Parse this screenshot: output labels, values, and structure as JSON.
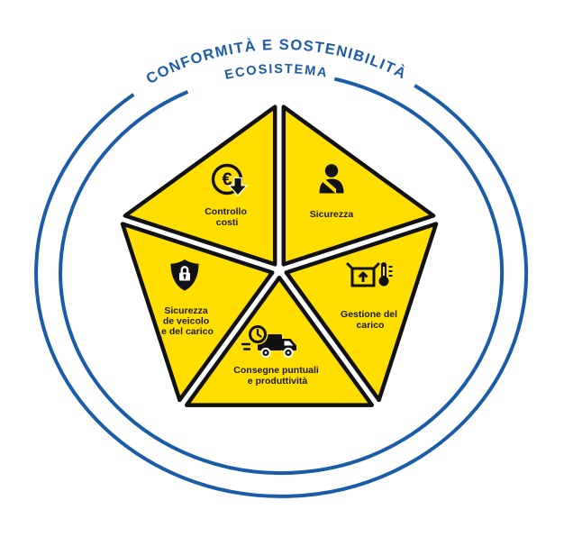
{
  "diagram": {
    "outer_ring_label": "CONFORMITÀ E SOSTENIBILITÀ",
    "inner_ring_label": "ECOSISTEMA",
    "colors": {
      "ring_blue": "#1B5CA8",
      "segment_yellow": "#FFDE00",
      "icon_black": "#111111"
    },
    "icons": {
      "euro_glyph": "€"
    },
    "segments": [
      {
        "name": "controllo-costi",
        "icon": "euro-cost-reduction-icon",
        "label_lines": [
          "Controllo",
          "costi"
        ]
      },
      {
        "name": "sicurezza",
        "icon": "seatbelt-safety-icon",
        "label_lines": [
          "Sicurezza"
        ]
      },
      {
        "name": "gestione-del-carico",
        "icon": "cargo-box-thermometer-icon",
        "label_lines": [
          "Gestione del",
          "carico"
        ]
      },
      {
        "name": "consegne-puntuali",
        "icon": "delivery-truck-clock-icon",
        "label_lines": [
          "Consegne puntuali",
          "e produttività"
        ]
      },
      {
        "name": "sicurezza-veicolo-carico",
        "icon": "shield-lock-icon",
        "label_lines": [
          "Sicurezza",
          "de veicolo",
          "e del carico"
        ]
      }
    ]
  }
}
